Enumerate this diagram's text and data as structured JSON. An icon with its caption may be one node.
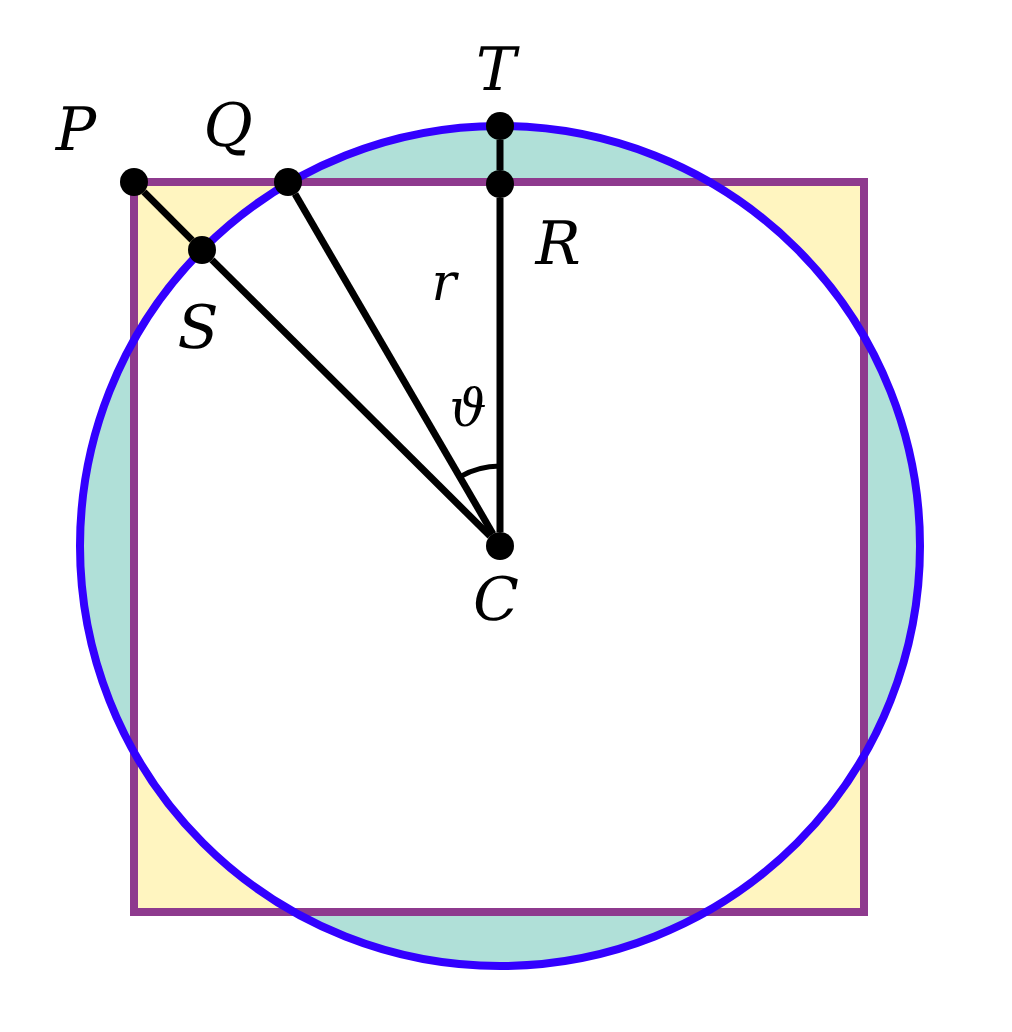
{
  "diagram": {
    "nodes": [
      {
        "text": [
          "P"
        ]
      },
      {
        "text": [
          "Q"
        ]
      },
      {
        "text": [
          "T"
        ]
      },
      {
        "text": [
          "R"
        ]
      },
      {
        "text": [
          "S"
        ]
      },
      {
        "text": [
          "C"
        ]
      }
    ],
    "edges": [
      {
        "from": 0,
        "to": 4,
        "arrow": "none"
      },
      {
        "from": 4,
        "to": 5,
        "arrow": "none"
      },
      {
        "from": 1,
        "to": 5,
        "arrow": "none",
        "label": "r"
      },
      {
        "from": 2,
        "to": 3,
        "arrow": "none"
      },
      {
        "from": 3,
        "to": 5,
        "arrow": "none"
      }
    ],
    "labels": [
      "ϑ"
    ]
  }
}
